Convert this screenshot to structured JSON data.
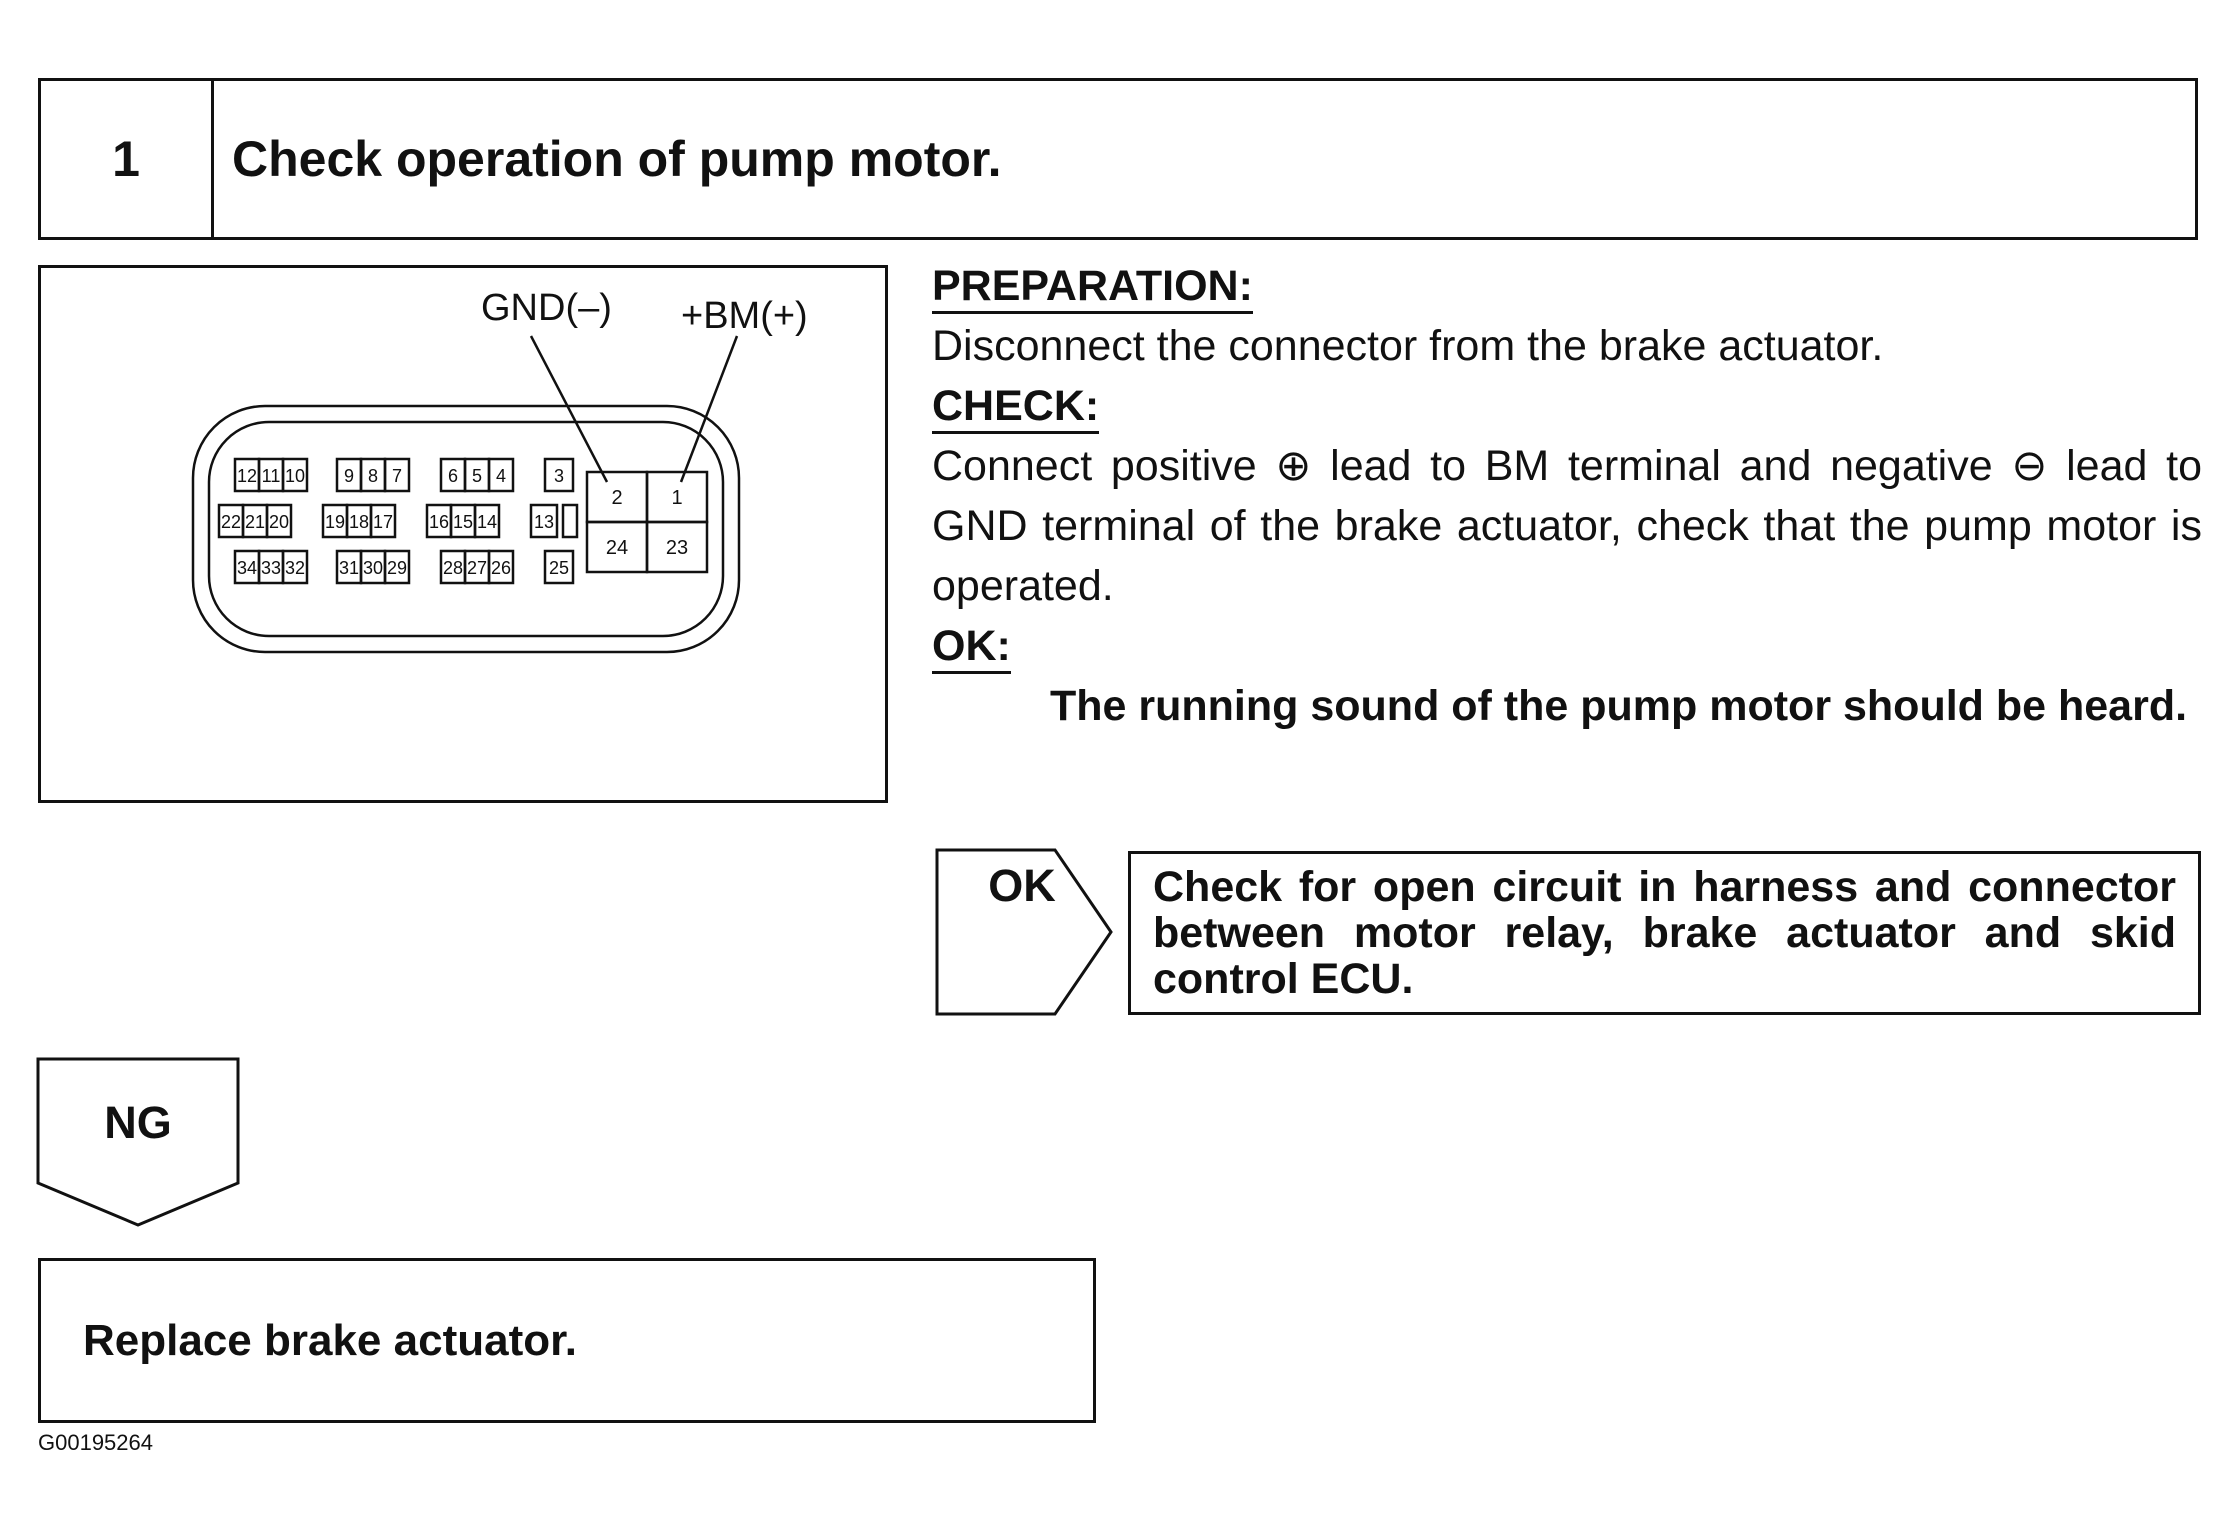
{
  "step": {
    "number": "1",
    "title": "Check operation of pump motor."
  },
  "figure": {
    "gnd_label": "GND(–)",
    "bm_label": "+BM(+)",
    "terminals": {
      "row1": [
        "12",
        "11",
        "10",
        "9",
        "8",
        "7",
        "6",
        "5",
        "4",
        "3"
      ],
      "row2": [
        "22",
        "21",
        "20",
        "19",
        "18",
        "17",
        "16",
        "15",
        "14",
        "13"
      ],
      "row3": [
        "34",
        "33",
        "32",
        "31",
        "30",
        "29",
        "28",
        "27",
        "26",
        "25"
      ],
      "big": [
        "2",
        "1",
        "24",
        "23"
      ]
    },
    "code": "G00195264"
  },
  "instructions": {
    "preparation_label": "PREPARATION:",
    "preparation_text": "Disconnect the connector from the brake actuator.",
    "check_label": "CHECK:",
    "check_text": "Connect positive ⊕ lead to BM terminal and negative ⊖ lead to GND terminal of the brake actuator, check that the pump motor is operated.",
    "ok_label": "OK:",
    "ok_text": "The running sound of the pump motor should be heard."
  },
  "flow": {
    "ok_label": "OK",
    "ok_result": "Check for open circuit in harness and connector between motor relay, brake actuator and skid control ECU.",
    "ng_label": "NG",
    "ng_result": "Replace brake actuator."
  }
}
